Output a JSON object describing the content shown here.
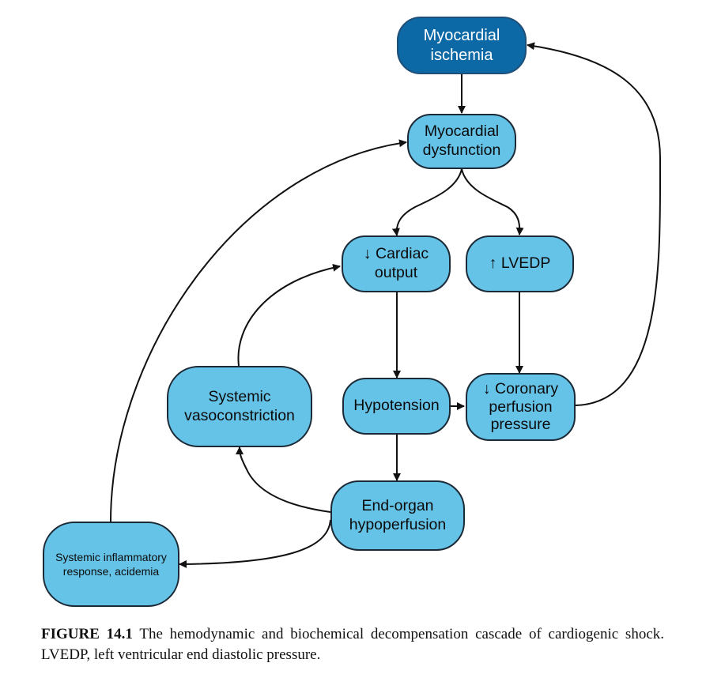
{
  "nodes": {
    "myocardial_ischemia": "Myocardial\nischemia",
    "myocardial_dysfunction": "Myocardial\ndysfunction",
    "cardiac_output": "↓ Cardiac\noutput",
    "lvedp": "↑ LVEDP",
    "hypotension": "Hypotension",
    "coronary_perfusion": "↓ Coronary\nperfusion\npressure",
    "systemic_vasoconstriction": "Systemic\nvasoconstriction",
    "end_organ": "End-organ\nhypoperfusion",
    "systemic_inflammatory": "Systemic inflammatory\nresponse, acidemia"
  },
  "colors": {
    "node_fill": "#66c3e8",
    "top_node_fill": "#0d68a6",
    "edge": "#111111"
  },
  "caption": {
    "label": "FIGURE 14.1",
    "text": " The hemodynamic and biochemical decompensation cascade of cardiogenic shock. LVEDP, left ventricular end diastolic pressure."
  }
}
